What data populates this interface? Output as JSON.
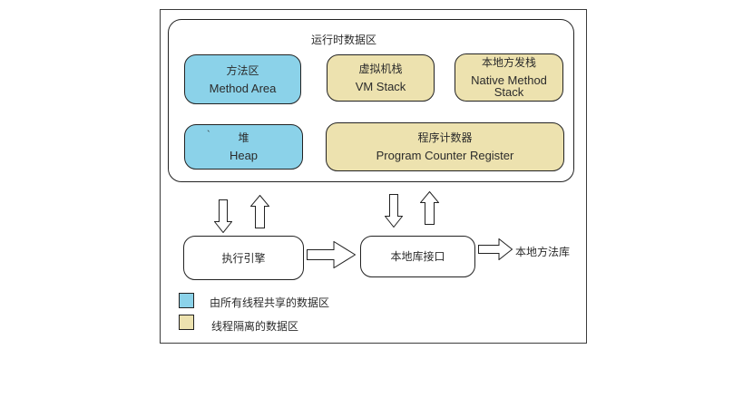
{
  "runtime": {
    "title": "运行时数据区",
    "boxes": [
      {
        "zh": "方法区",
        "en": "Method Area"
      },
      {
        "zh": "虚拟机栈",
        "en": "VM Stack"
      },
      {
        "zh": "本地方发栈",
        "en": "Native Method Stack"
      },
      {
        "zh": "堆",
        "en": "Heap",
        "mark": "`"
      },
      {
        "zh": "程序计数器",
        "en": "Program Counter Register"
      }
    ]
  },
  "flow": {
    "execution_engine": "执行引擎",
    "native_interface": "本地库接口",
    "native_library": "本地方法库"
  },
  "legend": {
    "items": [
      {
        "label": "由所有线程共享的数据区",
        "color": "#8BD2E9"
      },
      {
        "label": "线程隔离的数据区",
        "color": "#EDE2AF"
      }
    ]
  },
  "colors": {
    "shared": "#8BD2E9",
    "isolated": "#EDE2AF"
  }
}
